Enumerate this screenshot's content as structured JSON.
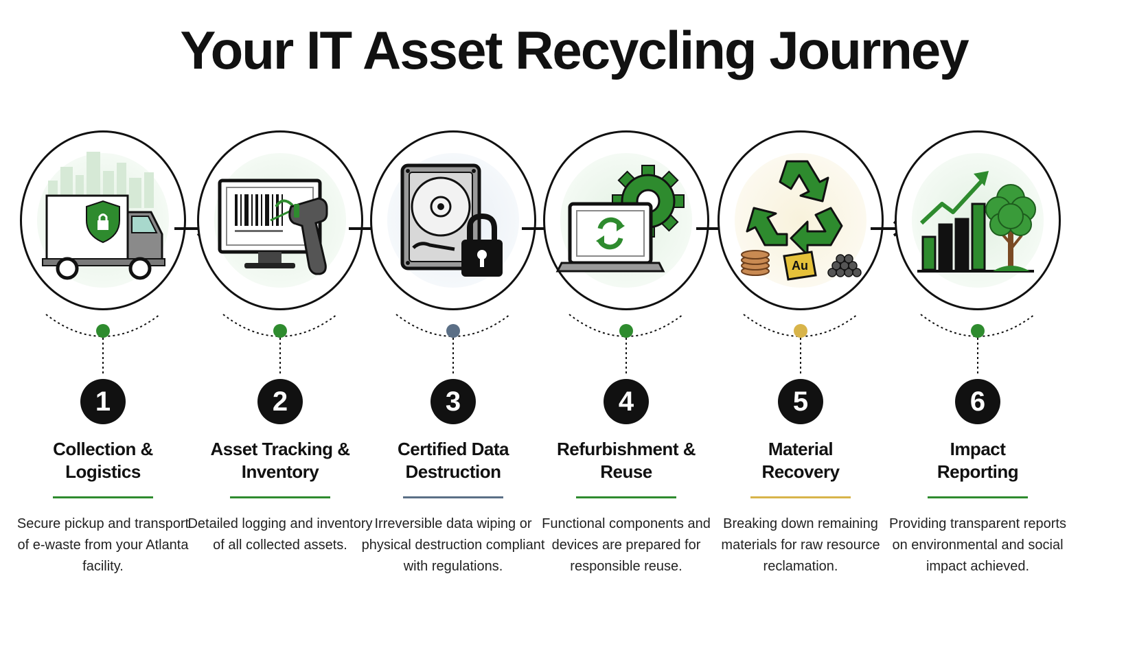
{
  "title": "Your IT Asset Recycling Journey",
  "colors": {
    "green": "#2e8b2e",
    "slate": "#5b6f86",
    "gold": "#d8b44a",
    "ink": "#111111"
  },
  "steps": [
    {
      "number": "1",
      "title_line1": "Collection &",
      "title_line2": "Logistics",
      "description": "Secure pickup and transport of e-waste from your Atlanta facility.",
      "accent": "#2e8b2e",
      "icon": "truck-shield-icon"
    },
    {
      "number": "2",
      "title_line1": "Asset Tracking &",
      "title_line2": "Inventory",
      "description": "Detailed logging and inventory of all collected assets.",
      "accent": "#2e8b2e",
      "icon": "barcode-scanner-icon"
    },
    {
      "number": "3",
      "title_line1": "Certified Data",
      "title_line2": "Destruction",
      "description": "Irreversible data wiping or physical destruction compliant with regulations.",
      "accent": "#5b6f86",
      "icon": "hard-drive-lock-icon"
    },
    {
      "number": "4",
      "title_line1": "Refurbishment &",
      "title_line2": "Reuse",
      "description": "Functional components and devices are prepared for responsible reuse.",
      "accent": "#2e8b2e",
      "icon": "laptop-gear-icon"
    },
    {
      "number": "5",
      "title_line1": "Material",
      "title_line2": "Recovery",
      "description": "Breaking down remaining materials for raw resource reclamation.",
      "accent": "#d8b44a",
      "icon": "recycle-materials-icon",
      "icon_label": "Au"
    },
    {
      "number": "6",
      "title_line1": "Impact",
      "title_line2": "Reporting",
      "description": "Providing transparent reports on environmental and social impact achieved.",
      "accent": "#2e8b2e",
      "icon": "growth-chart-tree-icon"
    }
  ]
}
